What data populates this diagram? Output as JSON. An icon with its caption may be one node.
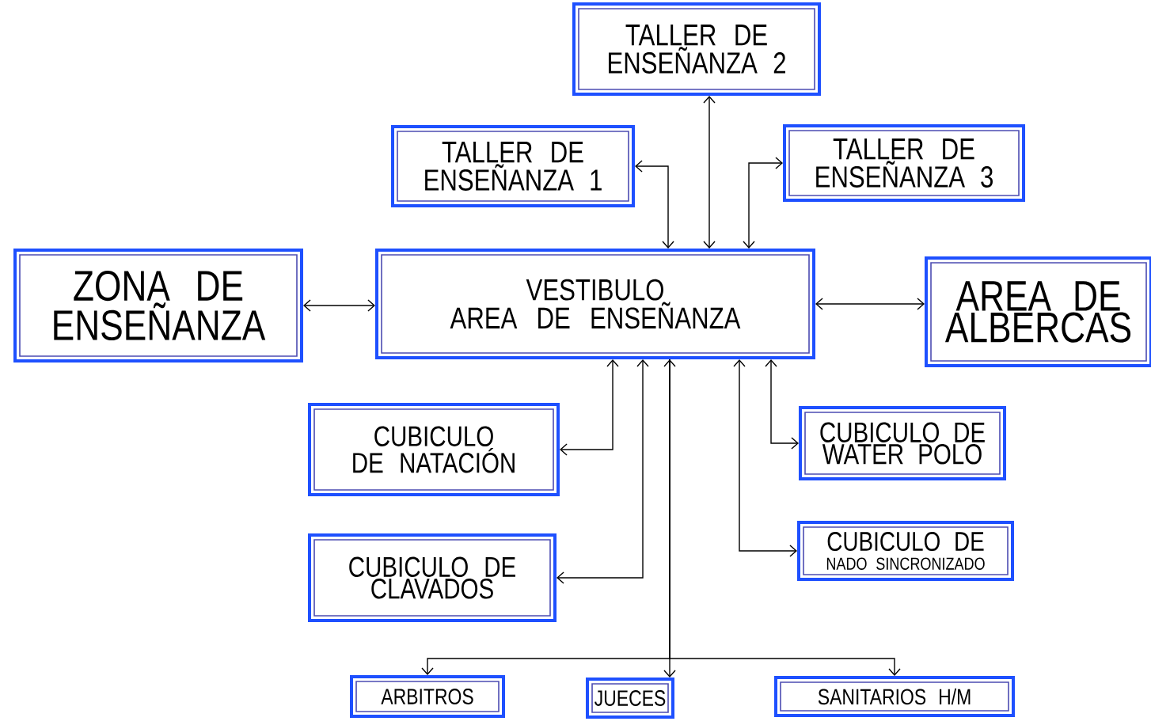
{
  "diagram": {
    "nodes": [
      {
        "text": [
          "TALLER DE ENSEÑANZA 2"
        ]
      },
      {
        "text": [
          "TALLER DE ENSEÑANZA 1"
        ]
      },
      {
        "text": [
          "TALLER DE ENSEÑANZA 3"
        ]
      },
      {
        "text": [
          "ZONA DE ENSEÑANZA"
        ]
      },
      {
        "text": [
          "VESTIBULO",
          "AREA DE ENSEÑANZA"
        ]
      },
      {
        "text": [
          "AREA DE ALBERCAS"
        ]
      },
      {
        "text": [
          "CUBICULO DE NATACIÓN"
        ]
      },
      {
        "text": [
          "CUBICULO DE WATER POLO"
        ]
      },
      {
        "text": [
          "CUBICULO DE CLAVADOS"
        ]
      },
      {
        "text": [
          "CUBICULO DE",
          "NADO SINCRONIZADO"
        ]
      },
      {
        "text": [
          "ARBITROS"
        ]
      },
      {
        "text": [
          "JUECES"
        ]
      },
      {
        "text": [
          "SANITARIOS H/M"
        ]
      }
    ],
    "edges": [
      {
        "from": 3,
        "to": 4,
        "arrow": "both"
      },
      {
        "from": 4,
        "to": 5,
        "arrow": "both"
      },
      {
        "from": 4,
        "to": 1,
        "arrow": "both"
      },
      {
        "from": 4,
        "to": 0,
        "arrow": "both"
      },
      {
        "from": 4,
        "to": 2,
        "arrow": "both"
      },
      {
        "from": 4,
        "to": 6,
        "arrow": "both"
      },
      {
        "from": 4,
        "to": 8,
        "arrow": "both"
      },
      {
        "from": 4,
        "to": 7,
        "arrow": "both"
      },
      {
        "from": 4,
        "to": 9,
        "arrow": "both"
      },
      {
        "from": 4,
        "to": 10,
        "arrow": "both"
      },
      {
        "from": 4,
        "to": 11,
        "arrow": "to"
      },
      {
        "from": 4,
        "to": 12,
        "arrow": "to"
      }
    ]
  }
}
